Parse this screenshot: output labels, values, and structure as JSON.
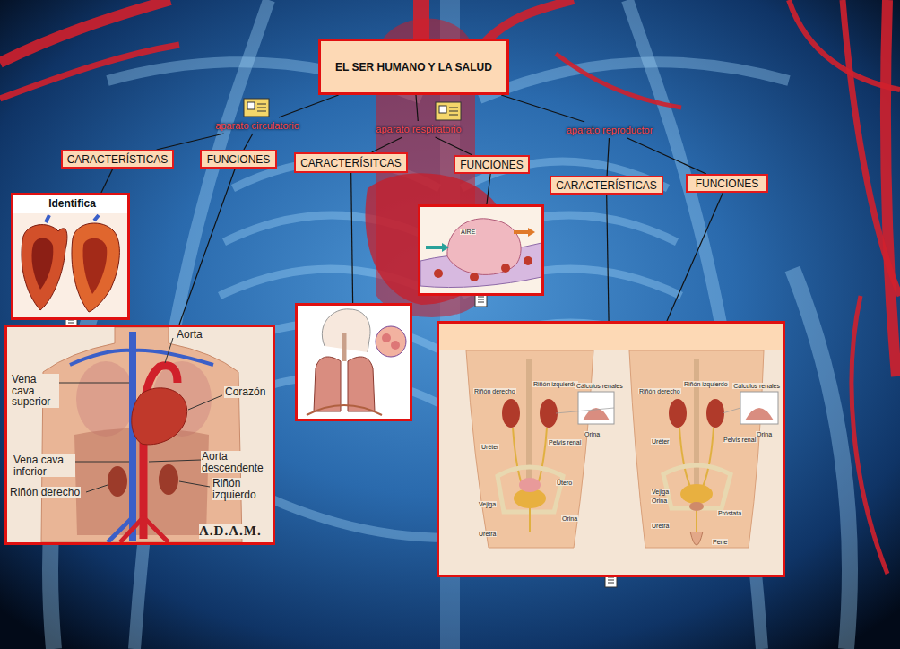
{
  "diagram": {
    "nodes": [
      {
        "text": [
          "EL SER HUMANO Y LA SALUD"
        ]
      },
      {
        "text": [
          "aparato circulatorio"
        ]
      },
      {
        "text": [
          "aparato respiratorio"
        ]
      },
      {
        "text": [
          "aparato reproductor"
        ]
      },
      {
        "text": [
          "CARACTERÍSTICAS"
        ]
      },
      {
        "text": [
          "FUNCIONES"
        ]
      },
      {
        "text": [
          "CARACTERÍSITCAS"
        ]
      },
      {
        "text": [
          "FUNCIONES"
        ]
      },
      {
        "text": [
          "CARACTERÍSTICAS"
        ]
      },
      {
        "text": [
          "FUNCIONES"
        ]
      },
      {
        "text": [
          "Identifica"
        ]
      },
      {
        "text": [
          "Aorta",
          "Vena cava superior",
          "Corazón",
          "Vena cava inferior",
          "Aorta descendente",
          "Riñón derecho",
          "Riñón izquierdo",
          "A.D.A.M."
        ]
      },
      {
        "text": []
      },
      {
        "text": [
          "AIRE"
        ]
      },
      {
        "text": [
          "Riñón derecho",
          "Riñón izquierdo",
          "Cálculos renales",
          "Uréter",
          "Pelvis renal",
          "Orina",
          "Vejiga",
          "Útero",
          "Orina",
          "Uretra",
          "Riñón derecho",
          "Riñón izquierdo",
          "Cálculos renales",
          "Uréter",
          "Pelvis renal",
          "Orina",
          "Vejiga",
          "Orina",
          "Próstata",
          "Uretra",
          "Pene"
        ]
      }
    ],
    "edges": [
      {
        "from": 0,
        "to": 1,
        "arrow": "none"
      },
      {
        "from": 0,
        "to": 2,
        "arrow": "none"
      },
      {
        "from": 0,
        "to": 3,
        "arrow": "none"
      },
      {
        "from": 1,
        "to": 4,
        "arrow": "none"
      },
      {
        "from": 1,
        "to": 5,
        "arrow": "none"
      },
      {
        "from": 2,
        "to": 6,
        "arrow": "none"
      },
      {
        "from": 2,
        "to": 7,
        "arrow": "none"
      },
      {
        "from": 3,
        "to": 8,
        "arrow": "none"
      },
      {
        "from": 3,
        "to": 9,
        "arrow": "none"
      },
      {
        "from": 4,
        "to": 10,
        "arrow": "none"
      },
      {
        "from": 5,
        "to": 11,
        "arrow": "none"
      },
      {
        "from": 6,
        "to": 12,
        "arrow": "none"
      },
      {
        "from": 7,
        "to": 13,
        "arrow": "none"
      },
      {
        "from": 8,
        "to": 14,
        "arrow": "none"
      },
      {
        "from": 9,
        "to": 14,
        "arrow": "none"
      }
    ]
  }
}
